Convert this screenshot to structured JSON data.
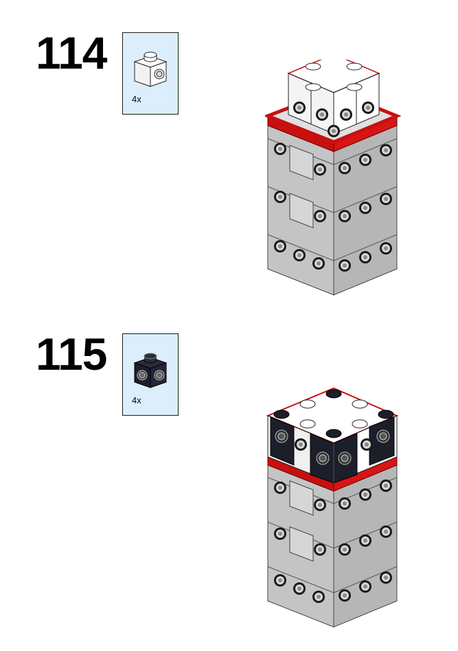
{
  "steps": [
    {
      "number": "114",
      "part_color": "white",
      "quantity": "4x"
    },
    {
      "number": "115",
      "part_color": "black",
      "quantity": "4x"
    }
  ],
  "colors": {
    "callout_bg": "#dceefb",
    "light_gray": "#c8c8c8",
    "red": "#d91010",
    "white_brick": "#ffffff",
    "black_brick": "#1c1e2a"
  },
  "icons": [
    "brick-1x1-studs-two-sides-icon",
    "tower-model"
  ]
}
